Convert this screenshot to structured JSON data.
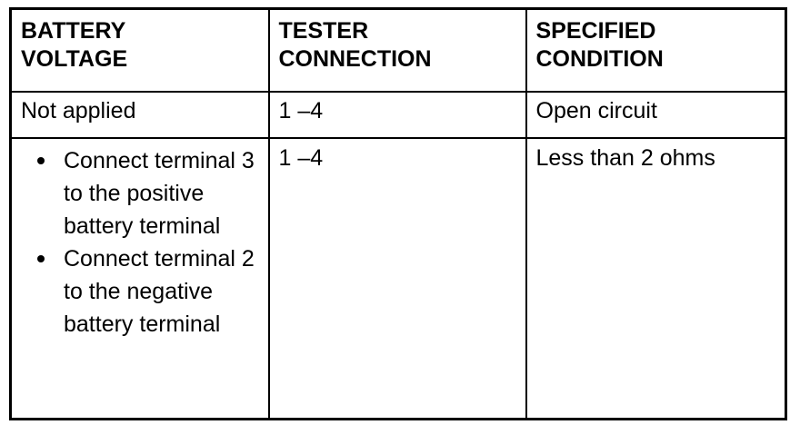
{
  "table": {
    "headers": [
      {
        "line1": "BATTERY",
        "line2": "VOLTAGE"
      },
      {
        "line1": "TESTER",
        "line2": "CONNECTION"
      },
      {
        "line1": "SPECIFIED",
        "line2": "CONDITION"
      }
    ],
    "rows": [
      {
        "battery_voltage": "Not applied",
        "tester_connection": "1 –4",
        "specified_condition": "Open circuit"
      },
      {
        "battery_voltage_bullets": [
          "Connect terminal 3 to the positive battery terminal",
          "Connect terminal 2 to the negative battery terminal"
        ],
        "tester_connection": "1 –4",
        "specified_condition": "Less than 2 ohms"
      }
    ]
  },
  "colors": {
    "border": "#000000",
    "text": "#000000",
    "background": "#ffffff"
  }
}
